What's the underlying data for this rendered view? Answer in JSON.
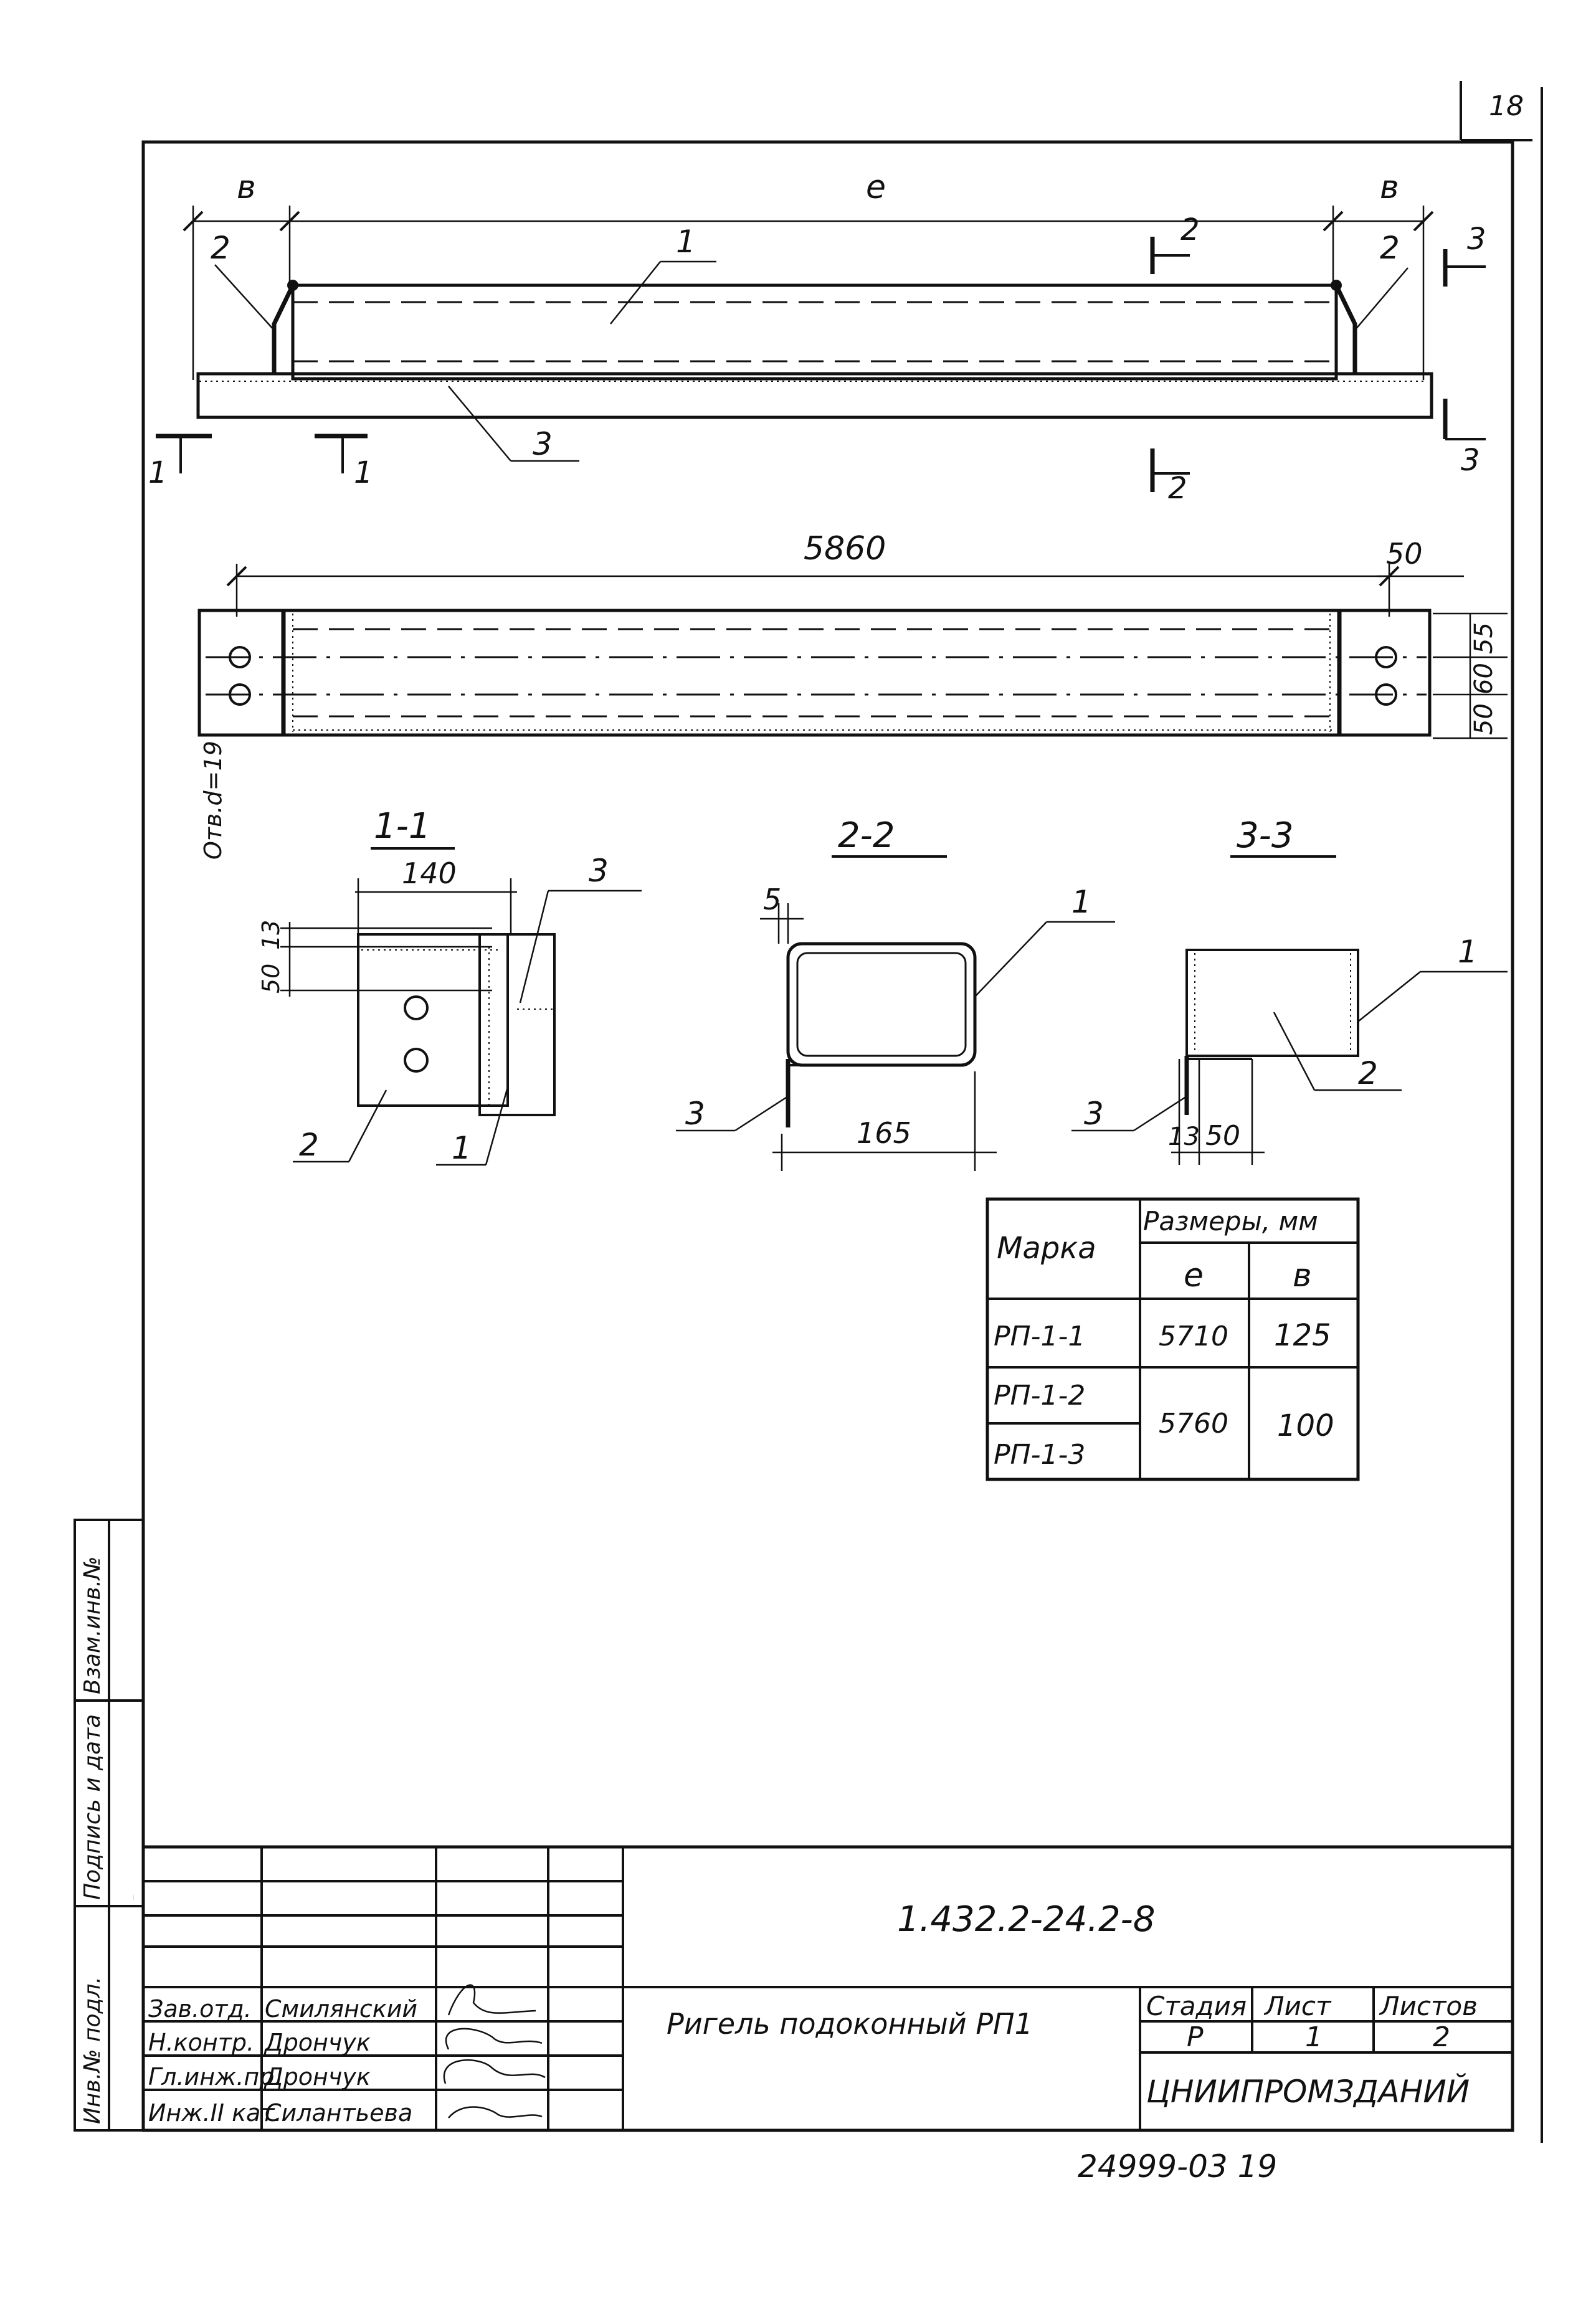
{
  "sheet_number": "18",
  "top_view": {
    "dim_b_left": "в",
    "dim_l": "е",
    "dim_b_right": "в",
    "callout_2_left": "2",
    "callout_1": "1",
    "callout_2_right": "2",
    "callout_3": "3",
    "section_2_top": "2",
    "section_2_bottom": "2",
    "section_3_top": "3",
    "section_3_bottom": "3",
    "section_1_left": "1",
    "section_1_right": "1"
  },
  "plan_view": {
    "length_dim": "5860",
    "end_dim": "50",
    "vert_dim_55": "55",
    "vert_dim_60": "60",
    "vert_dim_50": "50",
    "holes_note": "Отв.d=19"
  },
  "section_1_1": {
    "title": "1-1",
    "width_dim": "140",
    "dim_50": "50",
    "dim_13": "13",
    "callout_3": "3",
    "callout_2": "2",
    "callout_1": "1"
  },
  "section_2_2": {
    "title": "2-2",
    "dim_5": "5",
    "dim_165": "165",
    "callout_1": "1",
    "callout_3": "3"
  },
  "section_3_3": {
    "title": "3-3",
    "dim_13": "13",
    "dim_50": "50",
    "callout_1": "1",
    "callout_2": "2",
    "callout_3": "3"
  },
  "dimension_table": {
    "col_mark": "Марка",
    "col_sizes": "Размеры, мм",
    "col_l": "е",
    "col_b": "в",
    "rows": [
      {
        "mark": "РП-1-1",
        "l": "5710",
        "b": "125"
      },
      {
        "mark": "РП-1-2",
        "l": "5760",
        "b": "100"
      },
      {
        "mark": "РП-1-3",
        "l": "",
        "b": ""
      }
    ]
  },
  "left_margin": {
    "field_1": "Взам.инв.№",
    "field_2": "Подпись и дата",
    "field_3": "Подпись и дата",
    "field_4": "Инв.№ подл."
  },
  "title_block": {
    "document_code": "1.432.2-24.2-8",
    "title": "Ригель подоконный РП1",
    "stage_label": "Стадия",
    "sheet_label": "Лист",
    "sheets_label": "Листов",
    "stage": "Р",
    "sheet": "1",
    "sheets": "2",
    "organization": "ЦНИИПРОМЗДАНИЙ",
    "staff": [
      {
        "role": "Зав.отд.",
        "name": "Смилянский"
      },
      {
        "role": "Н.контр.",
        "name": "Дрончук"
      },
      {
        "role": "Гл.инж.пр.",
        "name": "Дрончук"
      },
      {
        "role": "Инж.II кат.",
        "name": "Силантьева"
      }
    ]
  },
  "footer_code": "24999-03   19"
}
